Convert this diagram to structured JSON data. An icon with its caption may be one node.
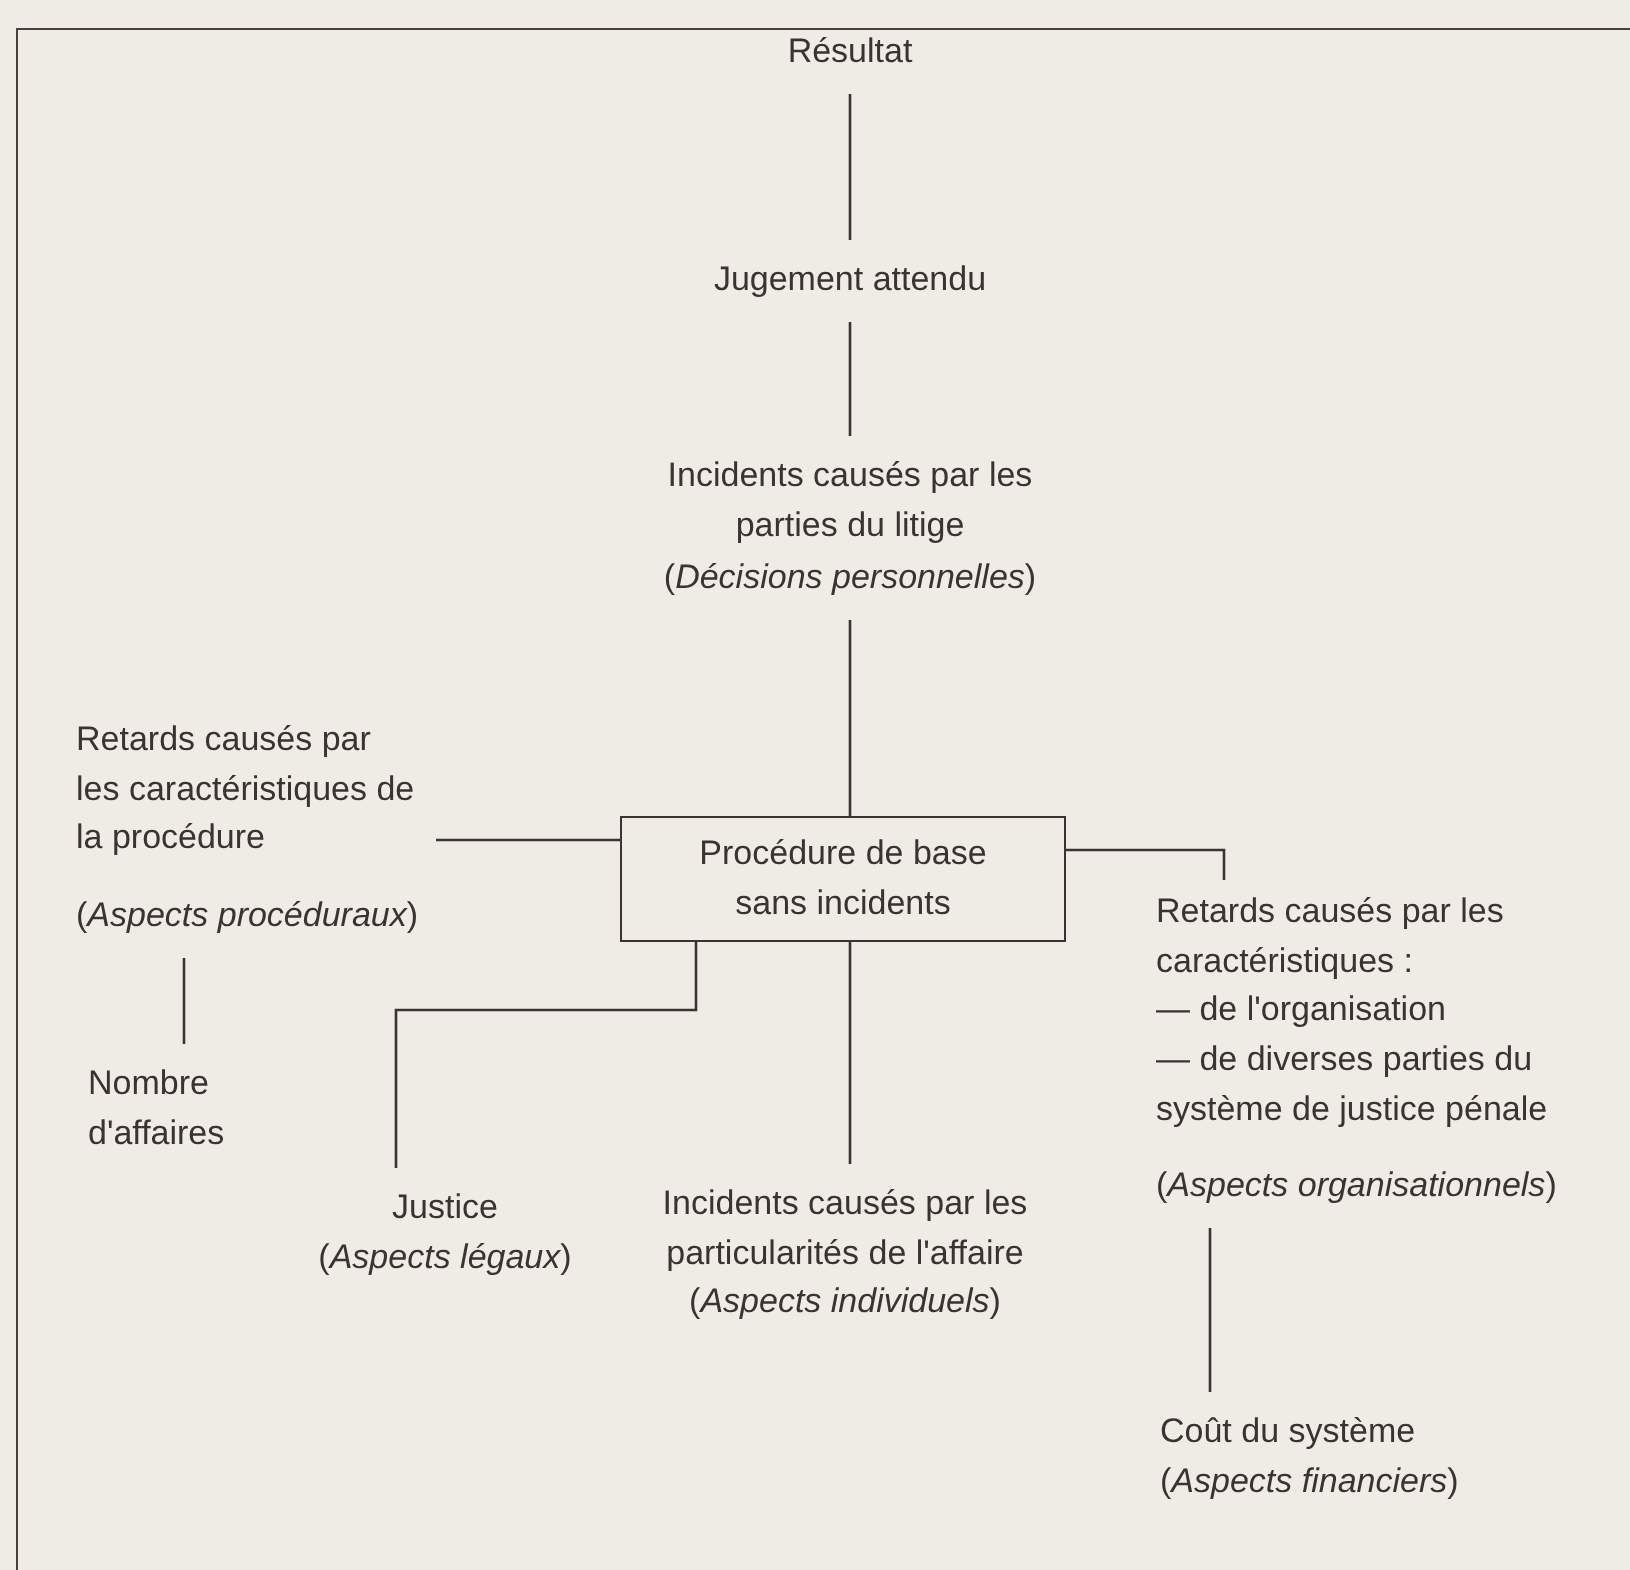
{
  "diagram": {
    "nodes": [
      {
        "text": [
          "Résultat"
        ]
      },
      {
        "text": [
          "Jugement attendu"
        ]
      },
      {
        "text": [
          "Incidents causés par les parties du litige",
          "(*Décisions personnelles*)"
        ]
      },
      {
        "text": [
          "Retards causés par les caractéristiques de la procédure",
          "(*Aspects procéduraux*)"
        ]
      },
      {
        "text": [
          "Procédure de base sans incidents"
        ]
      },
      {
        "text": [
          "Retards causés par les caractéristiques :",
          "— de l'organisation",
          "— de diverses parties du système de justice pénale",
          "(*Aspects organisationnels*)"
        ]
      },
      {
        "text": [
          "Nombre d'affaires"
        ]
      },
      {
        "text": [
          "Justice",
          "(*Aspects légaux*)"
        ]
      },
      {
        "text": [
          "Incidents causés par les particularités de l'affaire",
          "(*Aspects individuels*)"
        ]
      },
      {
        "text": [
          "Coût du système",
          "(*Aspects financiers*)"
        ]
      }
    ],
    "edges": [
      {
        "from": 0,
        "to": 1,
        "arrow": "none"
      },
      {
        "from": 1,
        "to": 2,
        "arrow": "none"
      },
      {
        "from": 2,
        "to": 4,
        "arrow": "none"
      },
      {
        "from": 3,
        "to": 4,
        "arrow": "none"
      },
      {
        "from": 4,
        "to": 5,
        "arrow": "none"
      },
      {
        "from": 3,
        "to": 6,
        "arrow": "none"
      },
      {
        "from": 4,
        "to": 7,
        "arrow": "none"
      },
      {
        "from": 4,
        "to": 8,
        "arrow": "none"
      },
      {
        "from": 5,
        "to": 9,
        "arrow": "none"
      }
    ]
  }
}
